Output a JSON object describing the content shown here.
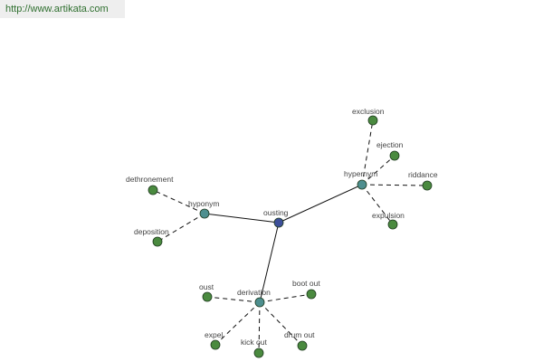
{
  "site": {
    "url": "http://www.artikata.com"
  },
  "colors": {
    "center": "#3d4f9a",
    "relation": "#4e8f8f",
    "word": "#4a8a3f",
    "edge": "#111111"
  },
  "graph": {
    "nodes": [
      {
        "id": "ousting",
        "label": "ousting",
        "kind": "center"
      },
      {
        "id": "hyponym",
        "label": "hyponym",
        "kind": "relation"
      },
      {
        "id": "hypernym",
        "label": "hypernym",
        "kind": "relation"
      },
      {
        "id": "derivation",
        "label": "derivation",
        "kind": "relation"
      },
      {
        "id": "dethronement",
        "label": "dethronement",
        "kind": "word"
      },
      {
        "id": "deposition",
        "label": "deposition",
        "kind": "word"
      },
      {
        "id": "exclusion",
        "label": "exclusion",
        "kind": "word"
      },
      {
        "id": "ejection",
        "label": "ejection",
        "kind": "word"
      },
      {
        "id": "riddance",
        "label": "riddance",
        "kind": "word"
      },
      {
        "id": "expulsion",
        "label": "expulsion",
        "kind": "word"
      },
      {
        "id": "oust",
        "label": "oust",
        "kind": "word"
      },
      {
        "id": "boot-out",
        "label": "boot out",
        "kind": "word"
      },
      {
        "id": "expel",
        "label": "expel",
        "kind": "word"
      },
      {
        "id": "kick-out",
        "label": "kick out",
        "kind": "word"
      },
      {
        "id": "drum-out",
        "label": "drum out",
        "kind": "word"
      }
    ],
    "edges": [
      {
        "from": "ousting",
        "to": "hyponym",
        "style": "solid"
      },
      {
        "from": "ousting",
        "to": "hypernym",
        "style": "solid"
      },
      {
        "from": "ousting",
        "to": "derivation",
        "style": "solid"
      },
      {
        "from": "hyponym",
        "to": "dethronement",
        "style": "dashed"
      },
      {
        "from": "hyponym",
        "to": "deposition",
        "style": "dashed"
      },
      {
        "from": "hypernym",
        "to": "exclusion",
        "style": "dashed"
      },
      {
        "from": "hypernym",
        "to": "ejection",
        "style": "dashed"
      },
      {
        "from": "hypernym",
        "to": "riddance",
        "style": "dashed"
      },
      {
        "from": "hypernym",
        "to": "expulsion",
        "style": "dashed"
      },
      {
        "from": "derivation",
        "to": "oust",
        "style": "dashed"
      },
      {
        "from": "derivation",
        "to": "boot-out",
        "style": "dashed"
      },
      {
        "from": "derivation",
        "to": "expel",
        "style": "dashed"
      },
      {
        "from": "derivation",
        "to": "kick-out",
        "style": "dashed"
      },
      {
        "from": "derivation",
        "to": "drum-out",
        "style": "dashed"
      }
    ]
  }
}
